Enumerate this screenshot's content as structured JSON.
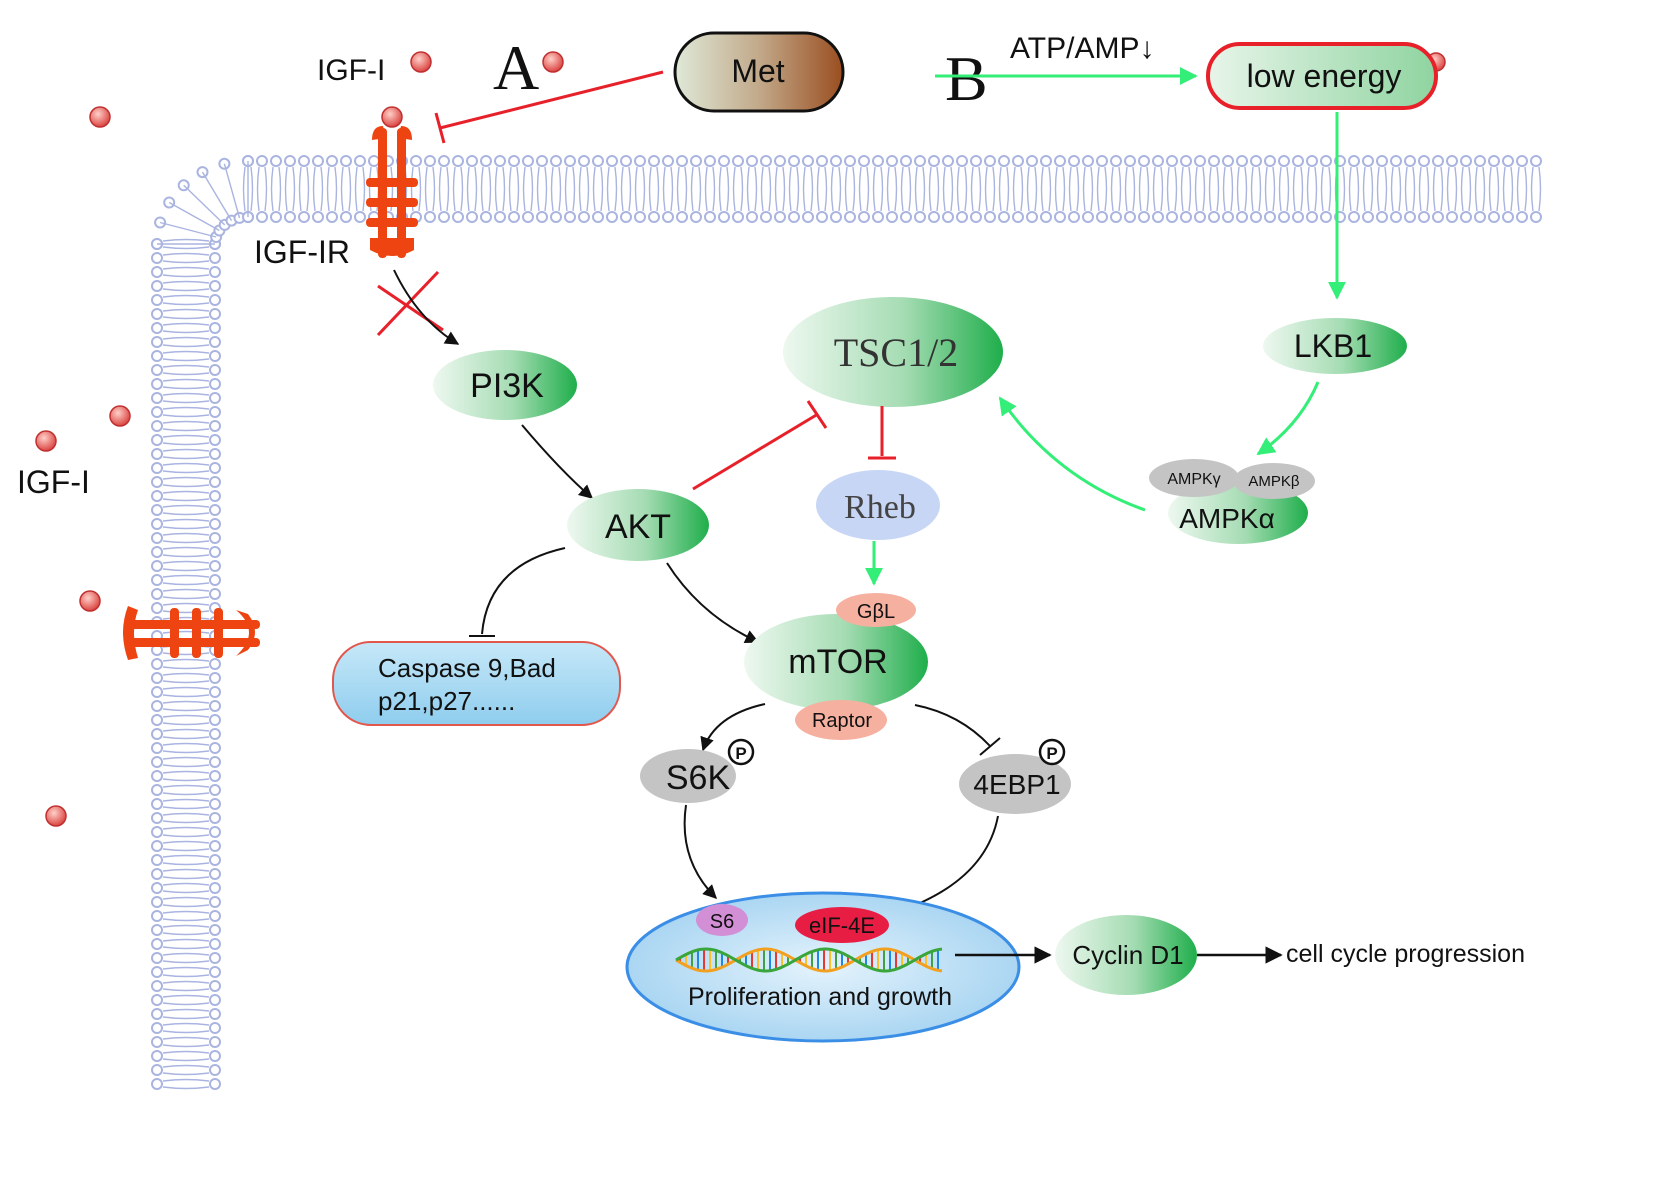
{
  "labels": {
    "igf_top": "IGF-I",
    "igf_left": "IGF-I",
    "igf_ir": "IGF-IR",
    "label_a": "A",
    "label_b": "B",
    "met": "Met",
    "atp_amp": "ATP/AMP↓",
    "low_energy": "low energy",
    "lkb1": "LKB1",
    "tsc": "TSC1/2",
    "rheb": "Rheb",
    "pi3k": "PI3K",
    "akt": "AKT",
    "caspase_line1": "Caspase 9,Bad",
    "caspase_line2": "p21,p27......",
    "gbl": "GβL",
    "mtor": "mTOR",
    "raptor": "Raptor",
    "s6k": "S6K",
    "ebp1": "4EBP1",
    "phospho": "P",
    "ampk_gamma": "AMPKγ",
    "ampk_beta": "AMPKβ",
    "ampk_alpha": "AMPKα",
    "s6": "S6",
    "eif4e": "eIF-4E",
    "nucleus": "Proliferation and growth",
    "cyclin": "Cyclin D1",
    "cell_cycle": "cell cycle progression"
  },
  "colors": {
    "inhibit": "#e8202a",
    "activate_green": "#33ee77",
    "arrow_black": "#111111",
    "node_green_light": "#e2f4e5",
    "node_green_dark": "#1fae4b",
    "receptor": "#ee4411",
    "membrane": "#aab4e0",
    "ligand": "#e84040",
    "nucleus_fill": "#b8dcf4",
    "nucleus_stroke": "#3a8ee6",
    "caspase_fill": "#aedaf2",
    "caspase_stroke": "#e2574c",
    "gray_node": "#c4c4c4",
    "pink_node": "#f6b0a0",
    "rheb": "#c8d6f6",
    "s6": "#d28fd6",
    "eif4e": "#e81d44"
  }
}
